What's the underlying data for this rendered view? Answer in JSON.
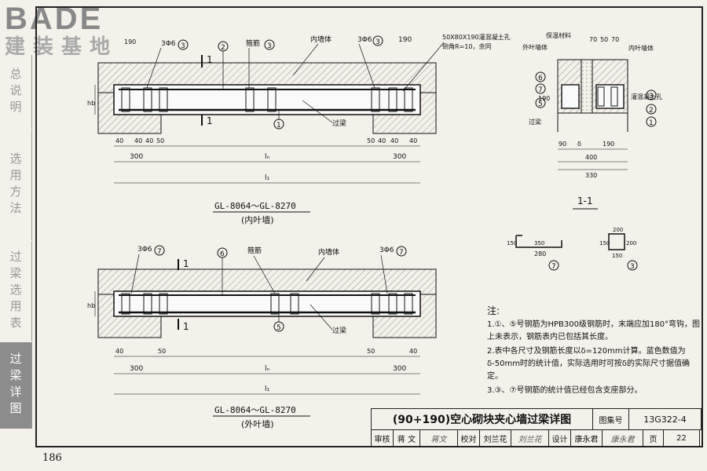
{
  "logo": {
    "brand": "BADE",
    "tagline": "建装基地"
  },
  "sidebar": {
    "items": [
      {
        "label": "总说明",
        "active": false
      },
      {
        "label": "选用方法",
        "active": false
      },
      {
        "label": "过梁选用表",
        "active": false
      },
      {
        "label": "过梁详图",
        "active": true
      }
    ]
  },
  "drawing": {
    "top_beam": {
      "label_walls": "内墙体",
      "label_stirrup": "箍筋",
      "label_lintel": "过梁",
      "rebar_top_left": "3Φ6",
      "rebar_top_right": "3Φ6",
      "callout_3": "3",
      "callout_2": "2",
      "callout_1": "1",
      "section_mark": "1",
      "dim_left_top": "190",
      "dim_right_top": "190",
      "dim_bottom_left": [
        "40",
        "40",
        "40",
        "50"
      ],
      "dim_bottom_right": [
        "50",
        "40",
        "40",
        "40"
      ],
      "dim_300_left": "300",
      "dim_300_right": "300",
      "dim_ln": "lₙ",
      "dim_l1": "l₁",
      "hb": "hb",
      "grout_note_1": "50X80X190灌混凝土孔",
      "grout_note_2": "倒角R=10，余同",
      "caption_code": "GL-8064～GL-8270",
      "caption_sub": "(内叶墙)"
    },
    "bottom_beam": {
      "label_walls": "内墙体",
      "label_stirrup": "箍筋",
      "label_lintel": "过梁",
      "rebar_left": "3Φ6",
      "rebar_right": "3Φ6",
      "callout_7": "7",
      "callout_6": "6",
      "callout_5": "5",
      "section_mark": "1",
      "dim_bottom_left": [
        "40",
        "50"
      ],
      "dim_bottom_right": [
        "50",
        "40"
      ],
      "dim_300_left": "300",
      "dim_300_right": "300",
      "dim_ln": "lₙ",
      "dim_l1": "l₁",
      "hb": "hb",
      "caption_code": "GL-8064～GL-8270",
      "caption_sub": "(外叶墙)"
    },
    "section": {
      "label_insulation": "保温材料",
      "label_outer": "外叶墙体",
      "label_inner": "内叶墙体",
      "label_lintel": "过梁",
      "label_grout": "灌混凝土孔",
      "dim_top": [
        "70",
        "50",
        "70"
      ],
      "dim_left": "190",
      "dim_bottom": [
        "90",
        "δ",
        "190"
      ],
      "dim_400": "400",
      "dim_330": "330",
      "callouts": [
        "6",
        "7",
        "5",
        "3",
        "2",
        "1"
      ],
      "title": "1-1"
    },
    "rebar_shapes": {
      "r7_dims": [
        "150",
        "350",
        "280"
      ],
      "r3_dims": [
        "200",
        "150",
        "200"
      ],
      "callout_7": "7",
      "callout_3": "3"
    }
  },
  "notes": {
    "title": "注:",
    "items": [
      "1.①、⑤号钢筋为HPB300级钢筋时，末端应加180°弯钩，图上未表示，钢筋表内已包括其长度。",
      "2.表中各尺寸及钢筋长度以δ=120mm计算。蓝色数值为δ-50mm时的统计值，实际选用时可按δ的实际尺寸据值确定。",
      "3.③、⑦号钢筋的统计值已经包含支座部分。"
    ]
  },
  "title_block": {
    "title": "(90+190)空心砌块夹心墙过梁详图",
    "atlas_label": "图集号",
    "atlas_no": "13G322-4",
    "review_label": "审核",
    "reviewer": "蒋 文",
    "reviewer_sign": "蒋文",
    "check_label": "校对",
    "checker": "刘兰花",
    "checker_sign": "刘兰花",
    "design_label": "设计",
    "designer": "康永君",
    "designer_sign": "康永君",
    "page_label": "页",
    "page_no": "22"
  },
  "page_number": "186"
}
